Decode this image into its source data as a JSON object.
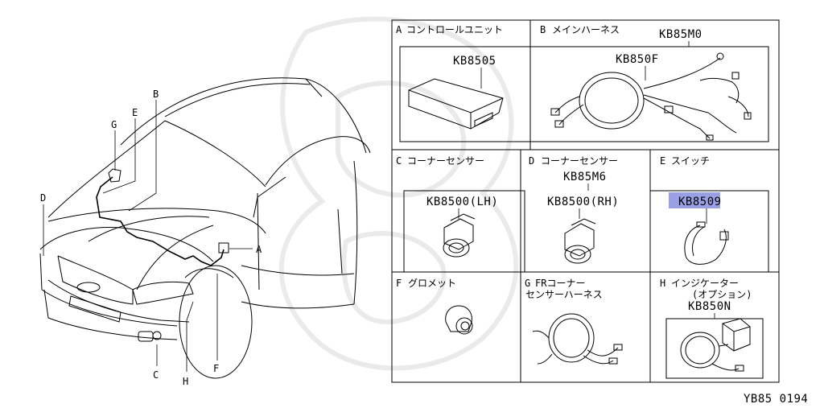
{
  "car_callouts": [
    "A",
    "B",
    "C",
    "E",
    "F",
    "G",
    "H",
    "D"
  ],
  "sections": {
    "A": {
      "letter": "A",
      "name": "コントロールユニット",
      "part": "KB8505"
    },
    "B": {
      "letter": "B",
      "name": "メインハーネス",
      "kit": "KB85M0",
      "part": "KB850F"
    },
    "C": {
      "letter": "C",
      "name": "コーナーセンサー",
      "part": "KB8500(LH)"
    },
    "D": {
      "letter": "D",
      "name": "コーナーセンサー",
      "kit": "KB85M6",
      "part": "KB8500(RH)"
    },
    "E": {
      "letter": "E",
      "name": "スイッチ",
      "part": "KB8509"
    },
    "F": {
      "letter": "F",
      "name": "グロメット"
    },
    "G": {
      "letter": "G",
      "name_line1": "FRコーナー",
      "name_line2": "センサーハーネス"
    },
    "H": {
      "letter": "H",
      "name_line1": "インジケーター",
      "name_line2": "(オプション)",
      "part": "KB850N"
    }
  },
  "footer_code": "YB85 0194",
  "highlight_color": "#9aa0e6"
}
